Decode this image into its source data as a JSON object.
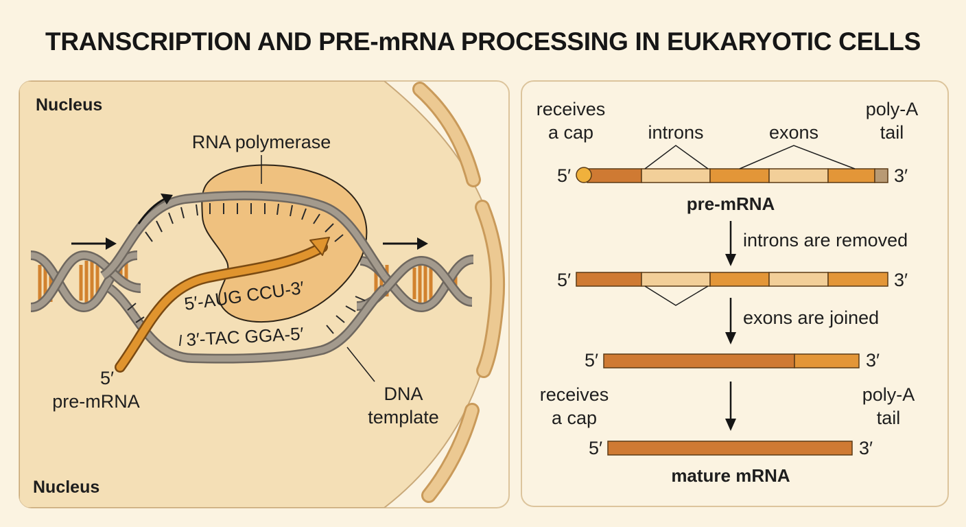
{
  "title": "TRANSCRIPTION AND PRE-mRNA PROCESSING IN EUKARYOTIC CELLS",
  "left_panel": {
    "nucleus_label_top": "Nucleus",
    "nucleus_label_bottom": "Nucleus",
    "polymerase_label": "RNA polymerase",
    "rna_sequence": "5′-AUG CCU-3′",
    "dna_sequence": "3′-TAC GGA-5′",
    "premrna_5prime": "5′",
    "premrna_label": "pre-mRNA",
    "dna_template_line1": "DNA",
    "dna_template_line2": "template"
  },
  "right_panel": {
    "cap_label_line1": "receives",
    "cap_label_line2": "a cap",
    "introns_label": "introns",
    "exons_label": "exons",
    "polya_label_line1": "poly-A",
    "polya_label_line2": "tail",
    "five_prime": "5′",
    "three_prime": "3′",
    "premrna_label": "pre-mRNA",
    "step1_label": "introns are removed",
    "step2_label": "exons are joined",
    "cap_label2_line1": "receives",
    "cap_label2_line2": "a cap",
    "polya_label2_line1": "poly-A",
    "polya_label2_line2": "tail",
    "mature_label": "mature mRNA"
  },
  "colors": {
    "background": "#fbf3e1",
    "nucleus": "#f4dfb6",
    "envelope": "#e9c58a",
    "polymerase": "#efc17f",
    "dna_strand": "#8f877c",
    "rna_strand": "#e0942e",
    "exon_dark": "#cf7a33",
    "exon_mid": "#e39638",
    "intron": "#f2cf99"
  }
}
